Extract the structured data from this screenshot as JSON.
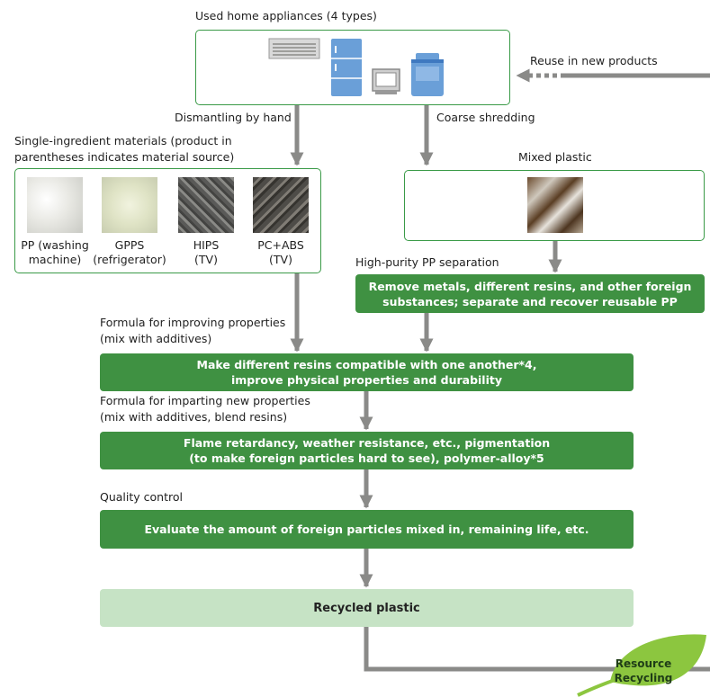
{
  "colors": {
    "green_dark": "#3f9142",
    "green_light": "#c6e3c5",
    "arrow_gray": "#8a8a88",
    "box_border": "#3a9a47",
    "appliance_blue": "#6a9fd8",
    "leaf_green": "#8cc63f"
  },
  "appliances": {
    "title": "Used home appliances (4 types)",
    "icons": [
      "air-conditioner-icon",
      "refrigerator-icon",
      "tv-icon",
      "washing-machine-icon"
    ]
  },
  "reuse_label": "Reuse in new products",
  "branch_left": "Dismantling by hand",
  "branch_right": "Coarse shredding",
  "single": {
    "title_line1": "Single-ingredient materials (product in",
    "title_line2": "parentheses indicates material source)",
    "materials": [
      {
        "line1": "PP (washing",
        "line2": "machine)"
      },
      {
        "line1": "GPPS",
        "line2": "(refrigerator)"
      },
      {
        "line1": "HIPS",
        "line2": "(TV)"
      },
      {
        "line1": "PC+ABS",
        "line2": "(TV)"
      }
    ]
  },
  "mixed_plastic": "Mixed plastic",
  "pp_sep": {
    "label": "High-purity PP separation",
    "line1": "Remove metals, different resins, and other foreign",
    "line2": "substances; separate and recover reusable PP"
  },
  "improve": {
    "label_line1": "Formula for improving properties",
    "label_line2": "(mix with additives)",
    "box_line1": "Make different resins compatible with one another*4,",
    "box_line2": "improve physical properties and durability"
  },
  "impart": {
    "label_line1": "Formula for imparting new properties",
    "label_line2": "(mix with additives, blend resins)",
    "box_line1": "Flame retardancy, weather resistance, etc., pigmentation",
    "box_line2": "(to make foreign particles hard to see), polymer-alloy*5"
  },
  "quality": {
    "label": "Quality control",
    "box": "Evaluate the amount of foreign particles mixed in, remaining life, etc."
  },
  "recycled": "Recycled plastic",
  "leaf": {
    "line1": "Resource",
    "line2": "Recycling"
  }
}
